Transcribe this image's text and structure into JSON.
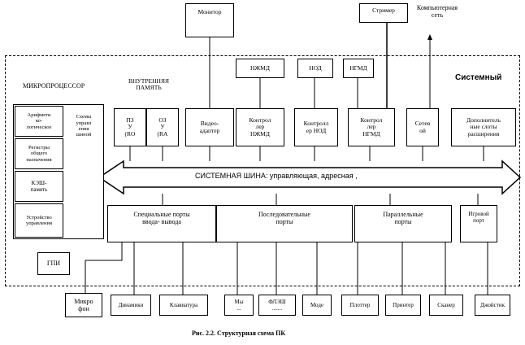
{
  "external_top": {
    "monitor": "Монитор",
    "streamer": "Стример",
    "network": "Компьютерная\nсеть"
  },
  "system_label": "Системный",
  "microprocessor": {
    "title": "МИКРОПРОЦЕССОР",
    "alu": "Арифмети\nко-\nлогическое",
    "registers": "Регистры\nобщего\nназначения",
    "cache": "КЭШ-\nпамять",
    "control": "Устройство\nуправления",
    "control_scheme": "Схемы\nуправл\nения\nшиной"
  },
  "internal_memory": {
    "title": "ВНУТРЕННЯЯ\nПАМЯТЬ",
    "rom": "ПЗ\nУ\n(RO",
    "ram": "ОЗ\nУ\n(RA"
  },
  "devices": {
    "nzhmd": "НЖМД",
    "nod": "НОД",
    "ngmd": "НГМД"
  },
  "controllers": {
    "video": "Видео-\nадаптер",
    "nzhmd": "Контрол\nлер\nНЖМД",
    "nod": "Контролл\nер НОД",
    "ngmd": "Контрол\nлер\nНГМД",
    "network": "Сетев\nой",
    "expansion": "Дополнитель\nные слоты\nрасширения"
  },
  "bus_label": "СИСТЕМНАЯ ШИНА: управляющая, адресная ,",
  "ports": {
    "special": "Специальные порты\nввода- вывода",
    "serial": "Последовательные\nпорты",
    "parallel": "Параллельные\nпорты",
    "game": "Игровой\nпорт"
  },
  "gpi": "ГПИ",
  "peripherals": {
    "mic": "Микро\nфон",
    "speakers": "Динамики",
    "keyboard": "Клавиатура",
    "mouse": "Мы\n...",
    "joystick_serial": "ФЛЭШ\n.......",
    "modem": "Моде",
    "plotter": "Плоттер",
    "printer": "Принтер",
    "scanner": "Сканер",
    "joystick": "Джойстик"
  },
  "caption": "Рис. 2.2. Структурная схема ПК"
}
